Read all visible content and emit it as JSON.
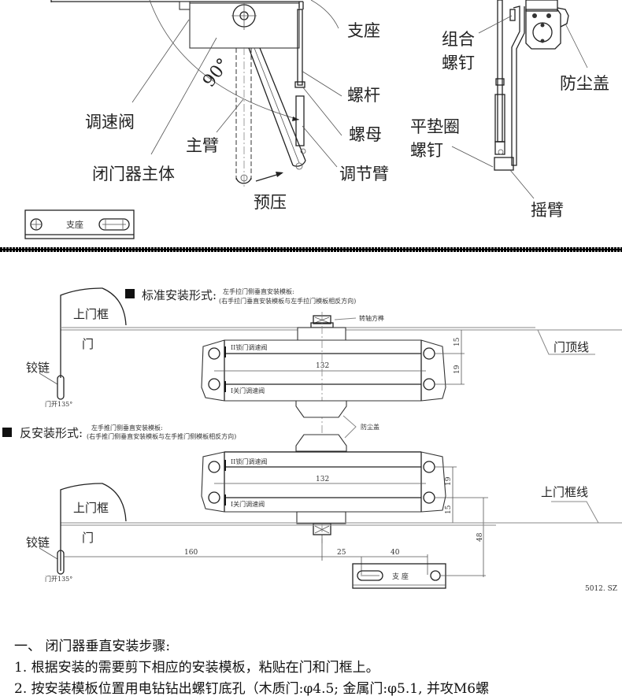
{
  "top_diagram": {
    "angle_label": "90°",
    "labels": {
      "support": "支座",
      "speed_valve": "调速阀",
      "main_arm": "主臂",
      "closer_body": "闭门器主体",
      "preload": "预压",
      "screw_rod": "螺杆",
      "nut": "螺母",
      "adjust_arm": "调节臂",
      "combo_screw_line1": "组合",
      "combo_screw_line2": "螺钉",
      "dust_cover": "防尘盖",
      "washer_screw_line1": "平垫圈",
      "washer_screw_line2": "螺钉",
      "rocker_arm": "摇臂",
      "bracket_plate": "支座"
    }
  },
  "template_diagram": {
    "standard": {
      "title": "标准安装形式:",
      "note_line1": "左手拉门侧垂直安装模板:",
      "note_line2": "(右手拉门垂直安装模板与左手拉门模板相反方向)"
    },
    "reverse": {
      "title": "反安装形式:",
      "note_line1": "左手推门侧垂直安装模板:",
      "note_line2": "(右手推门侧垂直安装模板与左手推门侧模板相反方向)"
    },
    "labels": {
      "upper_frame": "上门框",
      "door": "门",
      "hinge": "铰链",
      "door_open": "门开135°",
      "pivot_square": "转轴方榫",
      "lock_valve": "II锁门调速阀",
      "close_valve": "I关门调速阀",
      "door_top_line": "门顶线",
      "dust_cover": "防尘盖",
      "upper_frame_line": "上门框线",
      "bracket": "支 座",
      "drawing_code": "5012. SZ"
    },
    "dimensions": {
      "body_length": "132",
      "top_offset": "15",
      "hole_spacing": "19",
      "hinge_distance": "160",
      "pivot_offset": "25",
      "bracket_spacing": "40",
      "vertical_drop": "48"
    }
  },
  "instructions": {
    "heading": "一、  闭门器垂直安装步骤:",
    "step1": "1. 根据安装的需要剪下相应的安装模板，粘贴在门和门框上。",
    "step2": "2. 按安装模板位置用电钻钻出螺钉底孔（木质门:φ4.5; 金属门:φ5.1, 并攻M6螺"
  }
}
